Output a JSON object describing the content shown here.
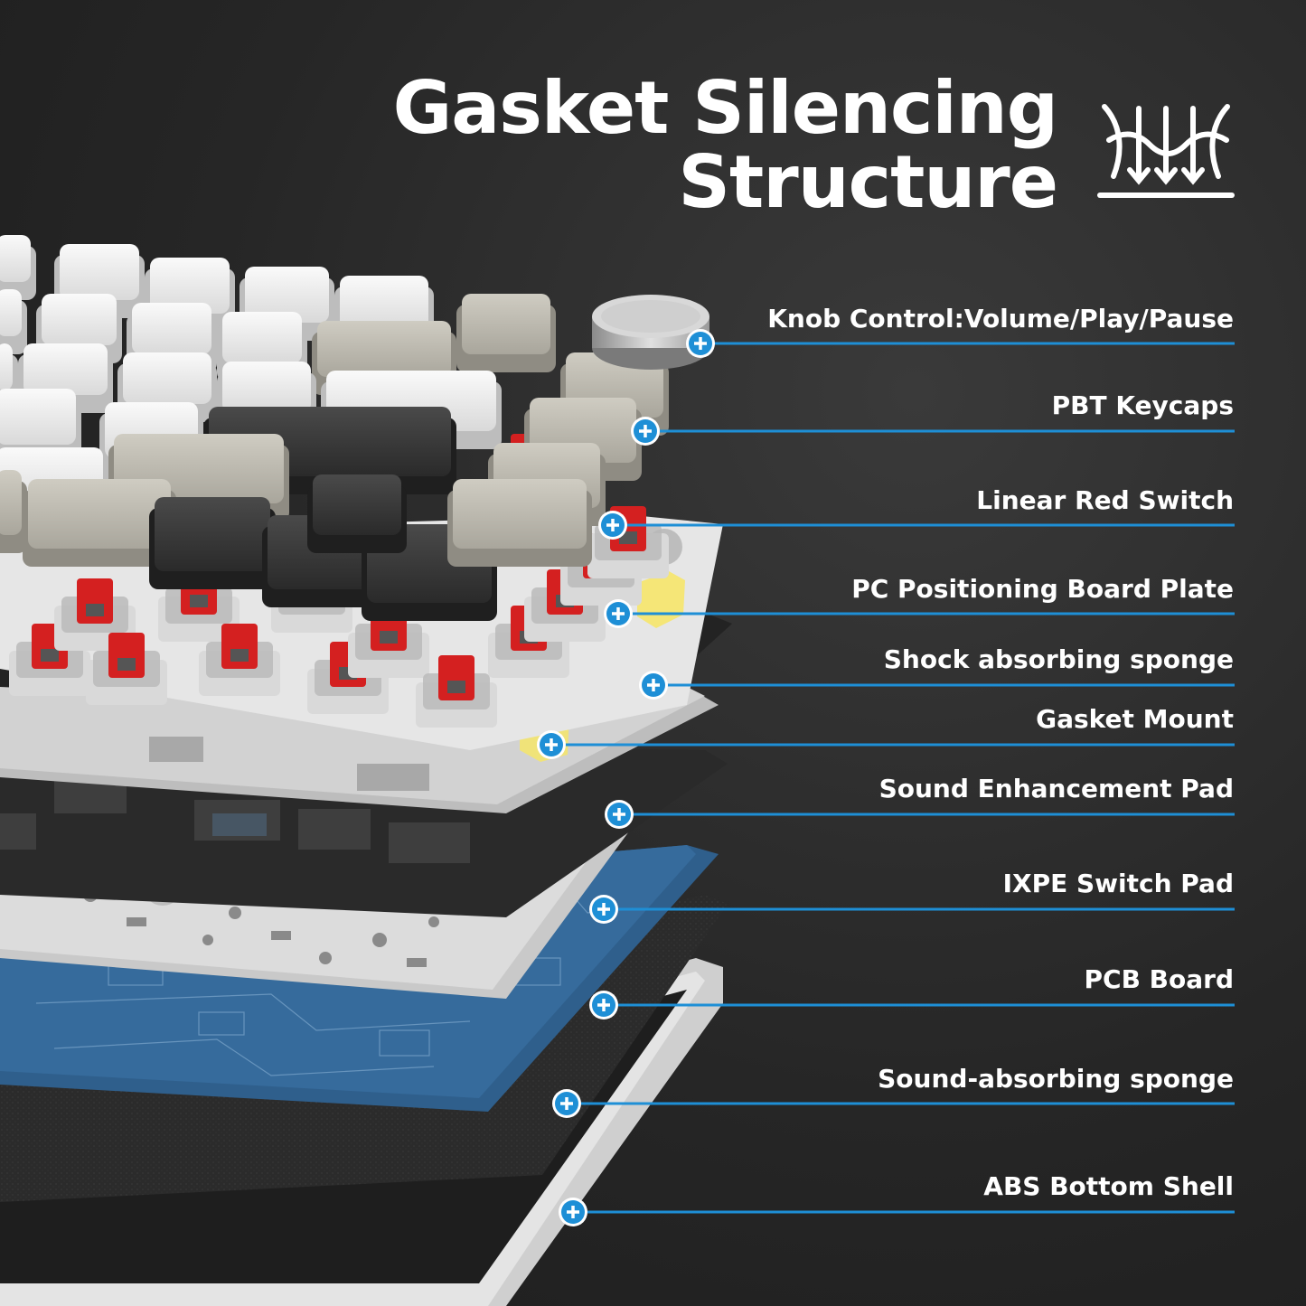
{
  "title": {
    "line1": "Gasket Silencing",
    "line2": "Structure"
  },
  "icon": "gasket-silencing-icon",
  "accent_color": "#1e8fd6",
  "callouts": [
    {
      "label": "Knob Control:Volume/Play/Pause"
    },
    {
      "label": "PBT Keycaps"
    },
    {
      "label": "Linear Red Switch"
    },
    {
      "label": "PC Positioning Board Plate"
    },
    {
      "label": "Shock absorbing sponge"
    },
    {
      "label": "Gasket Mount"
    },
    {
      "label": "Sound Enhancement Pad"
    },
    {
      "label": "IXPE Switch Pad"
    },
    {
      "label": "PCB Board"
    },
    {
      "label": "Sound-absorbing sponge"
    },
    {
      "label": "ABS Bottom Shell"
    }
  ]
}
